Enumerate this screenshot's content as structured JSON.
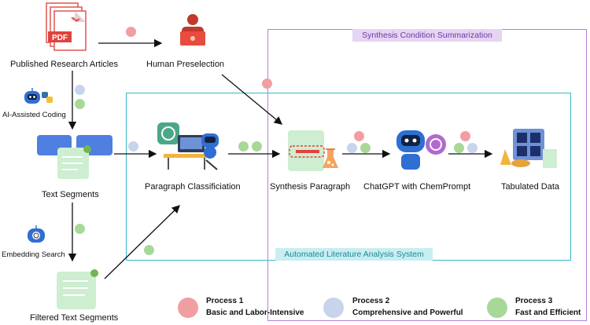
{
  "nodes": {
    "published": "Published Research Articles",
    "human": "Human Preselection",
    "ai_coding": "AI-Assisted Coding",
    "text_segments": "Text Segments",
    "embedding": "Embedding Search",
    "filtered": "Filtered Text Segments",
    "paragraph_class": "Paragraph Classificiation",
    "synthesis_paragraph": "Synthesis Paragraph",
    "chatgpt": "ChatGPT with ChemPrompt",
    "tabulated": "Tabulated Data"
  },
  "boxes": {
    "purple": "Synthesis Condition Summarization",
    "teal": "Automated Literature Analysis System"
  },
  "legend": [
    {
      "title": "Process 1",
      "desc": "Basic and Labor-Intensive",
      "color": "#f19ea2"
    },
    {
      "title": "Process 2",
      "desc": "Comprehensive and Powerful",
      "color": "#c7d4ec"
    },
    {
      "title": "Process 3",
      "desc": "Fast and Efficient",
      "color": "#a8d898"
    }
  ],
  "pdf_label": "PDF"
}
